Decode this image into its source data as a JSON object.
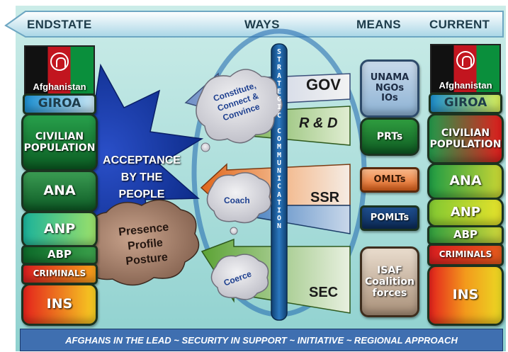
{
  "header": {
    "endstate": "ENDSTATE",
    "ways": "WAYS",
    "means": "MEANS",
    "current": "CURRENT"
  },
  "strategic_communication_letters": [
    "S",
    "T",
    "R",
    "A",
    "T",
    "E",
    "G",
    "I",
    "C",
    "",
    "C",
    "O",
    "M",
    "M",
    "U",
    "N",
    "I",
    "C",
    "A",
    "T",
    "I",
    "O",
    "N"
  ],
  "left": {
    "flag_label": "Afghanistan",
    "giroa": "GIROA",
    "civilian_line1": "CIVILIAN",
    "civilian_line2": "POPULATION",
    "ana": "ANA",
    "anp": "ANP",
    "abp": "ABP",
    "criminals": "CRIMINALS",
    "ins": "INS"
  },
  "right": {
    "flag_label": "Afghanistan",
    "giroa": "GIROA",
    "civilian_line1": "CIVILIAN",
    "civilian_line2": "POPULATION",
    "ana": "ANA",
    "anp": "ANP",
    "abp": "ABP",
    "criminals": "CRIMINALS",
    "ins": "INS"
  },
  "center": {
    "acceptance_line1": "ACCEPTANCE",
    "acceptance_line2": "BY THE",
    "acceptance_line3": "PEOPLE",
    "presence": "Presence",
    "profile": "Profile",
    "posture": "Posture",
    "cloud_top_line1": "Constitute,",
    "cloud_top_line2": "Connect &",
    "cloud_top_line3": "Convince",
    "cloud_mid": "Coach",
    "cloud_bottom": "Coerce"
  },
  "arrows": {
    "gov": "GOV",
    "rd": "R & D",
    "ssr": "SSR",
    "sec": "SEC"
  },
  "means": {
    "unama_line1": "UNAMA",
    "unama_line2": "NGOs",
    "unama_line3": "IOs",
    "prts": "PRTs",
    "omlts": "OMLTs",
    "pomlts": "POMLTs",
    "isaf_line1": "ISAF",
    "isaf_line2": "Coalition",
    "isaf_line3": "forces"
  },
  "footer": "AFGHANS IN THE LEAD ~ SECURITY IN SUPPORT ~ INITIATIVE ~ REGIONAL APPROACH"
}
